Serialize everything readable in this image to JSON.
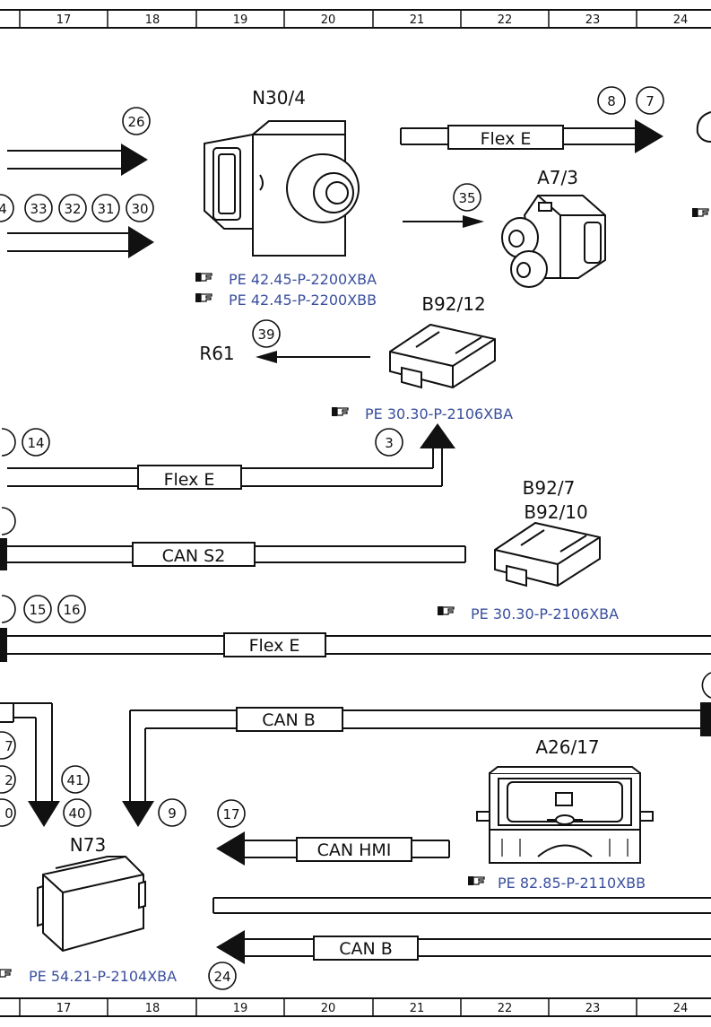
{
  "ruler": {
    "columns": [
      "17",
      "18",
      "19",
      "20",
      "21",
      "22",
      "23",
      "24"
    ]
  },
  "components": {
    "n30_4": "N30/4",
    "a7_3": "A7/3",
    "b92_12": "B92/12",
    "b92_7": "B92/7",
    "b92_10": "B92/10",
    "a26_17": "A26/17",
    "n73": "N73",
    "r61": "R61"
  },
  "buses": {
    "flex_e": "Flex E",
    "can_s2": "CAN S2",
    "can_b": "CAN B",
    "can_hmi": "CAN HMI"
  },
  "references": {
    "n30_4_a": "PE 42.45-P-2200XBA",
    "n30_4_b": "PE 42.45-P-2200XBB",
    "b92_12": "PE 30.30-P-2106XBA",
    "b92_7": "PE 30.30-P-2106XBA",
    "a26_17": "PE 82.85-P-2110XBB",
    "n73": "PE 54.21-P-2104XBA"
  },
  "connectors": [
    "26",
    "4",
    "33",
    "32",
    "31",
    "30",
    "8",
    "7",
    "35",
    "39",
    "14",
    "3",
    "15",
    "16",
    "7",
    "2",
    "0",
    "41",
    "40",
    "9",
    "17",
    "24"
  ]
}
